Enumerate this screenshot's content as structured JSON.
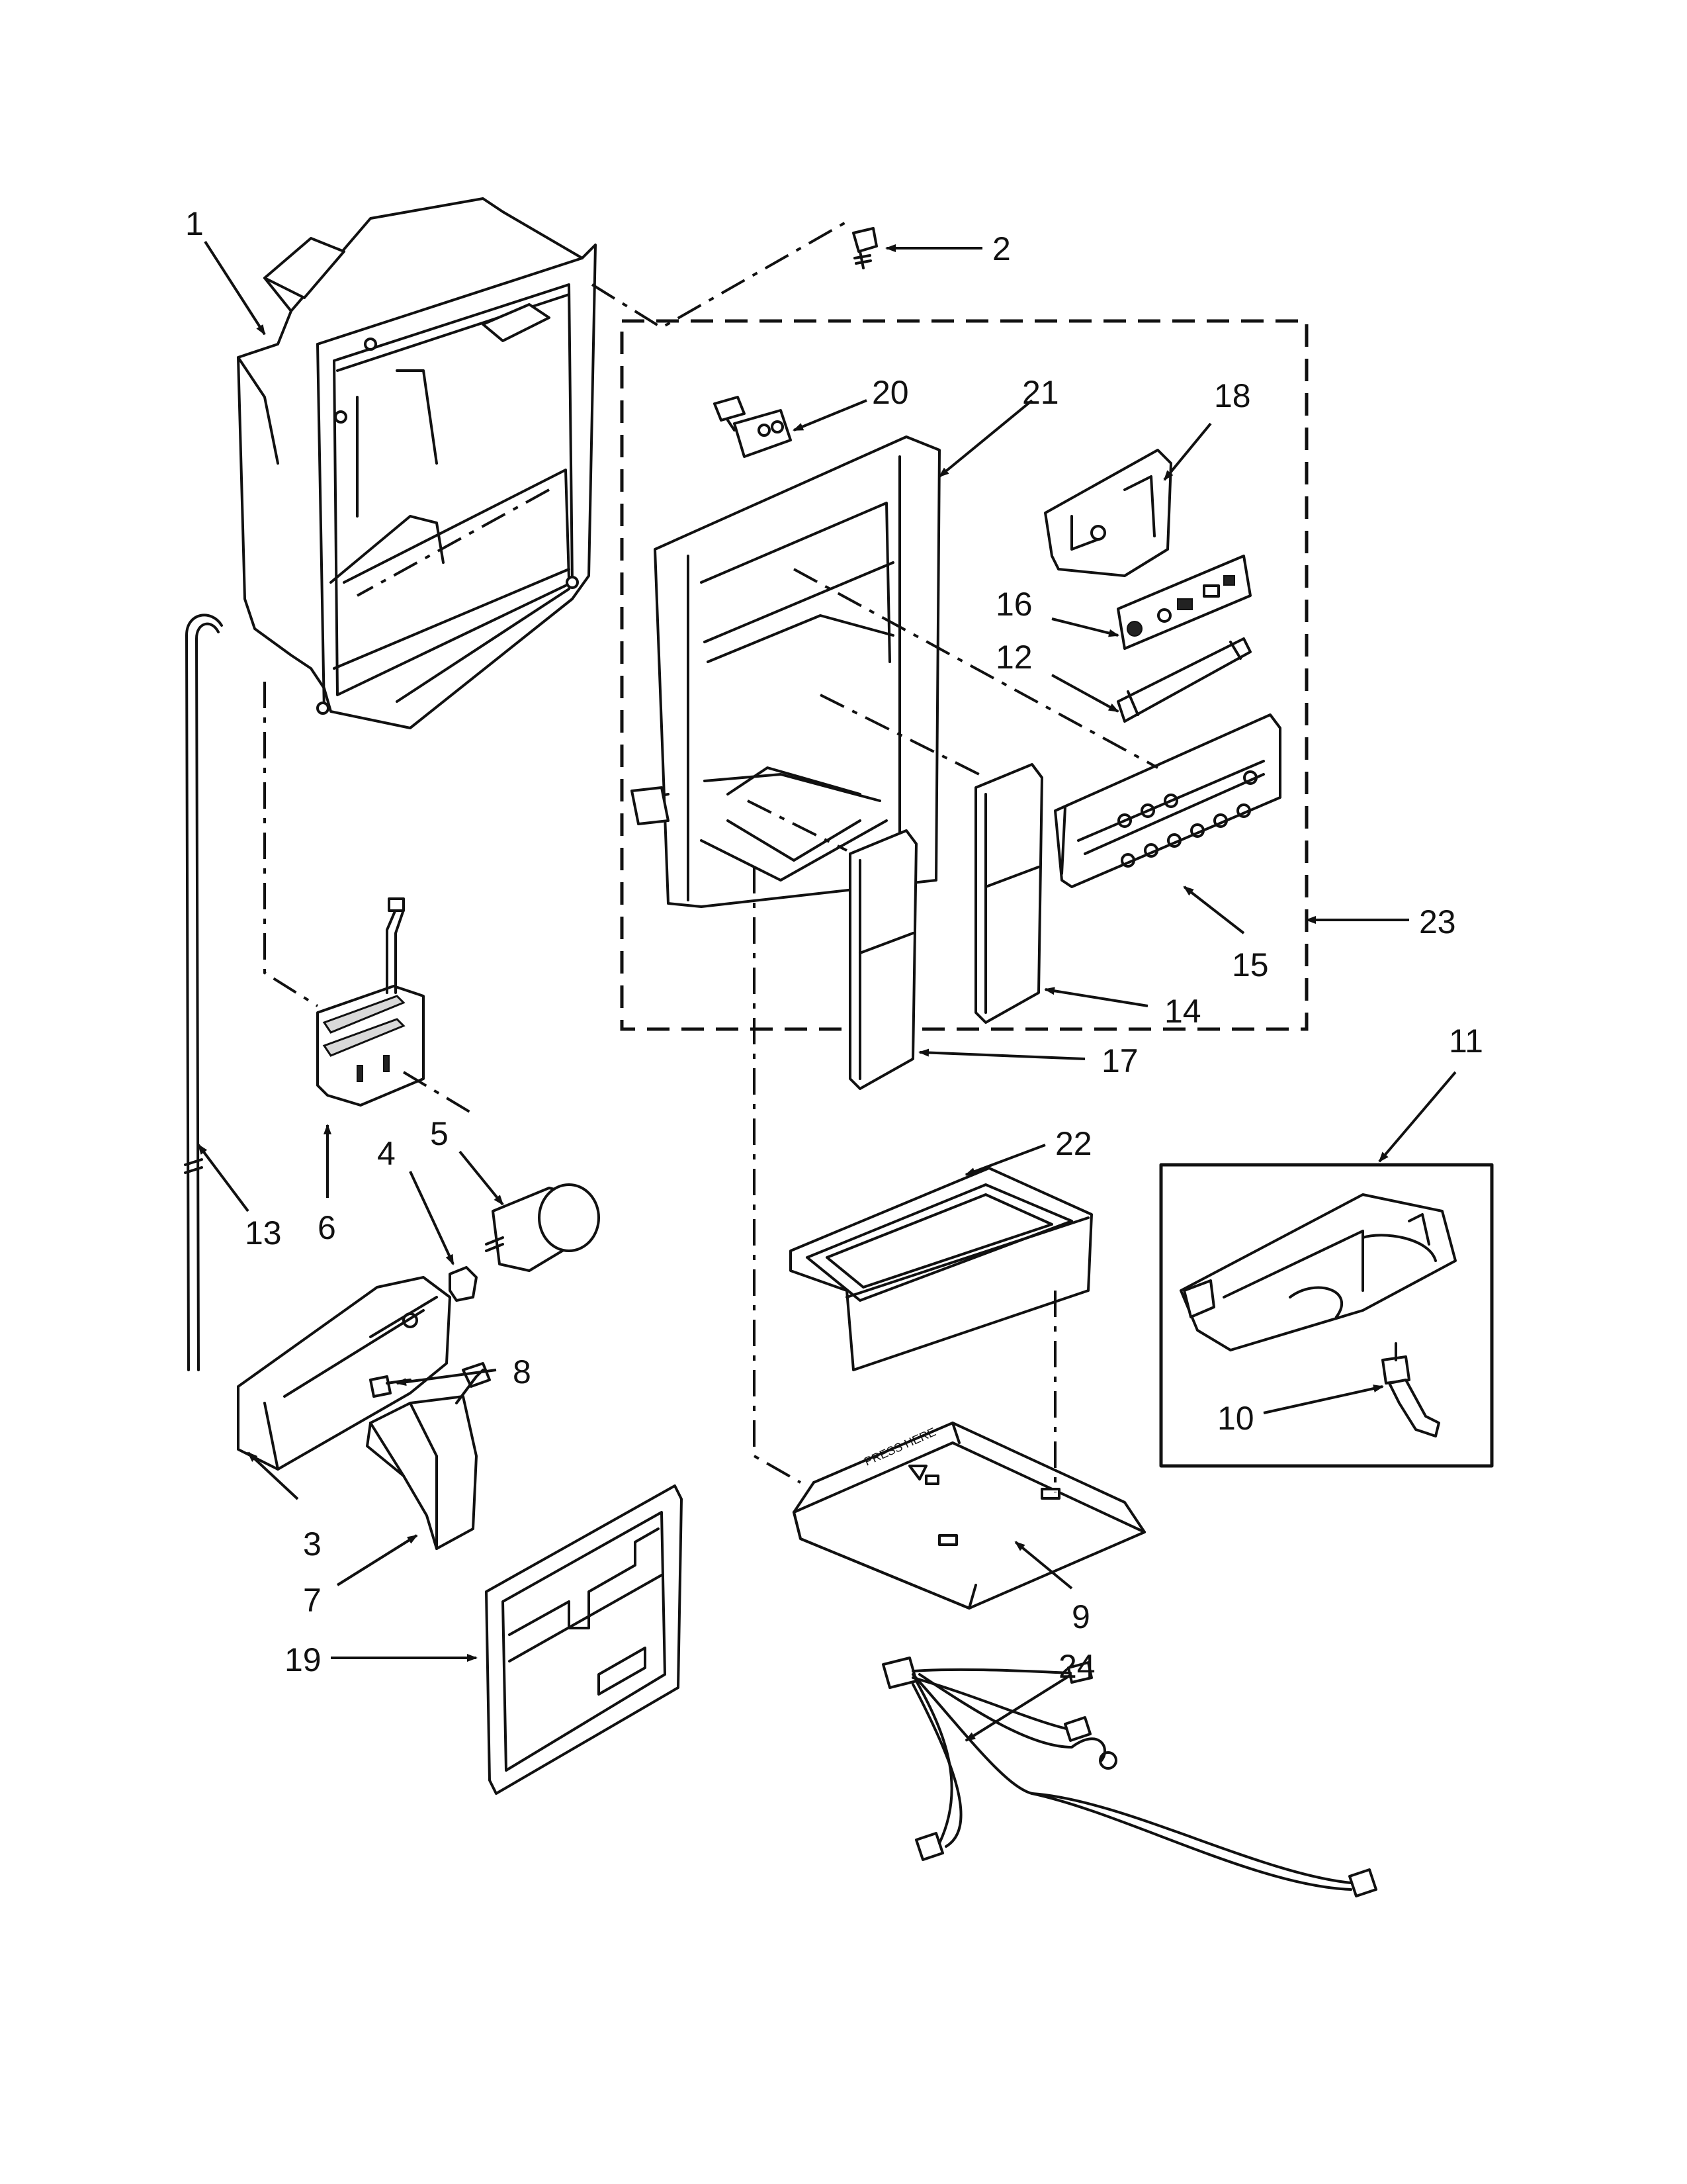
{
  "diagram": {
    "callouts": [
      {
        "id": "1",
        "text": "1"
      },
      {
        "id": "2",
        "text": "2"
      },
      {
        "id": "3",
        "text": "3"
      },
      {
        "id": "4",
        "text": "4"
      },
      {
        "id": "5",
        "text": "5"
      },
      {
        "id": "6",
        "text": "6"
      },
      {
        "id": "7",
        "text": "7"
      },
      {
        "id": "8",
        "text": "8"
      },
      {
        "id": "9",
        "text": "9"
      },
      {
        "id": "10",
        "text": "10"
      },
      {
        "id": "11",
        "text": "11"
      },
      {
        "id": "12",
        "text": "12"
      },
      {
        "id": "13",
        "text": "13"
      },
      {
        "id": "14",
        "text": "14"
      },
      {
        "id": "15",
        "text": "15"
      },
      {
        "id": "16",
        "text": "16"
      },
      {
        "id": "17",
        "text": "17"
      },
      {
        "id": "18",
        "text": "18"
      },
      {
        "id": "19",
        "text": "19"
      },
      {
        "id": "20",
        "text": "20"
      },
      {
        "id": "21",
        "text": "21"
      },
      {
        "id": "22",
        "text": "22"
      },
      {
        "id": "23",
        "text": "23"
      },
      {
        "id": "24",
        "text": "24"
      }
    ],
    "tray_marking": "PRESS HERE"
  }
}
